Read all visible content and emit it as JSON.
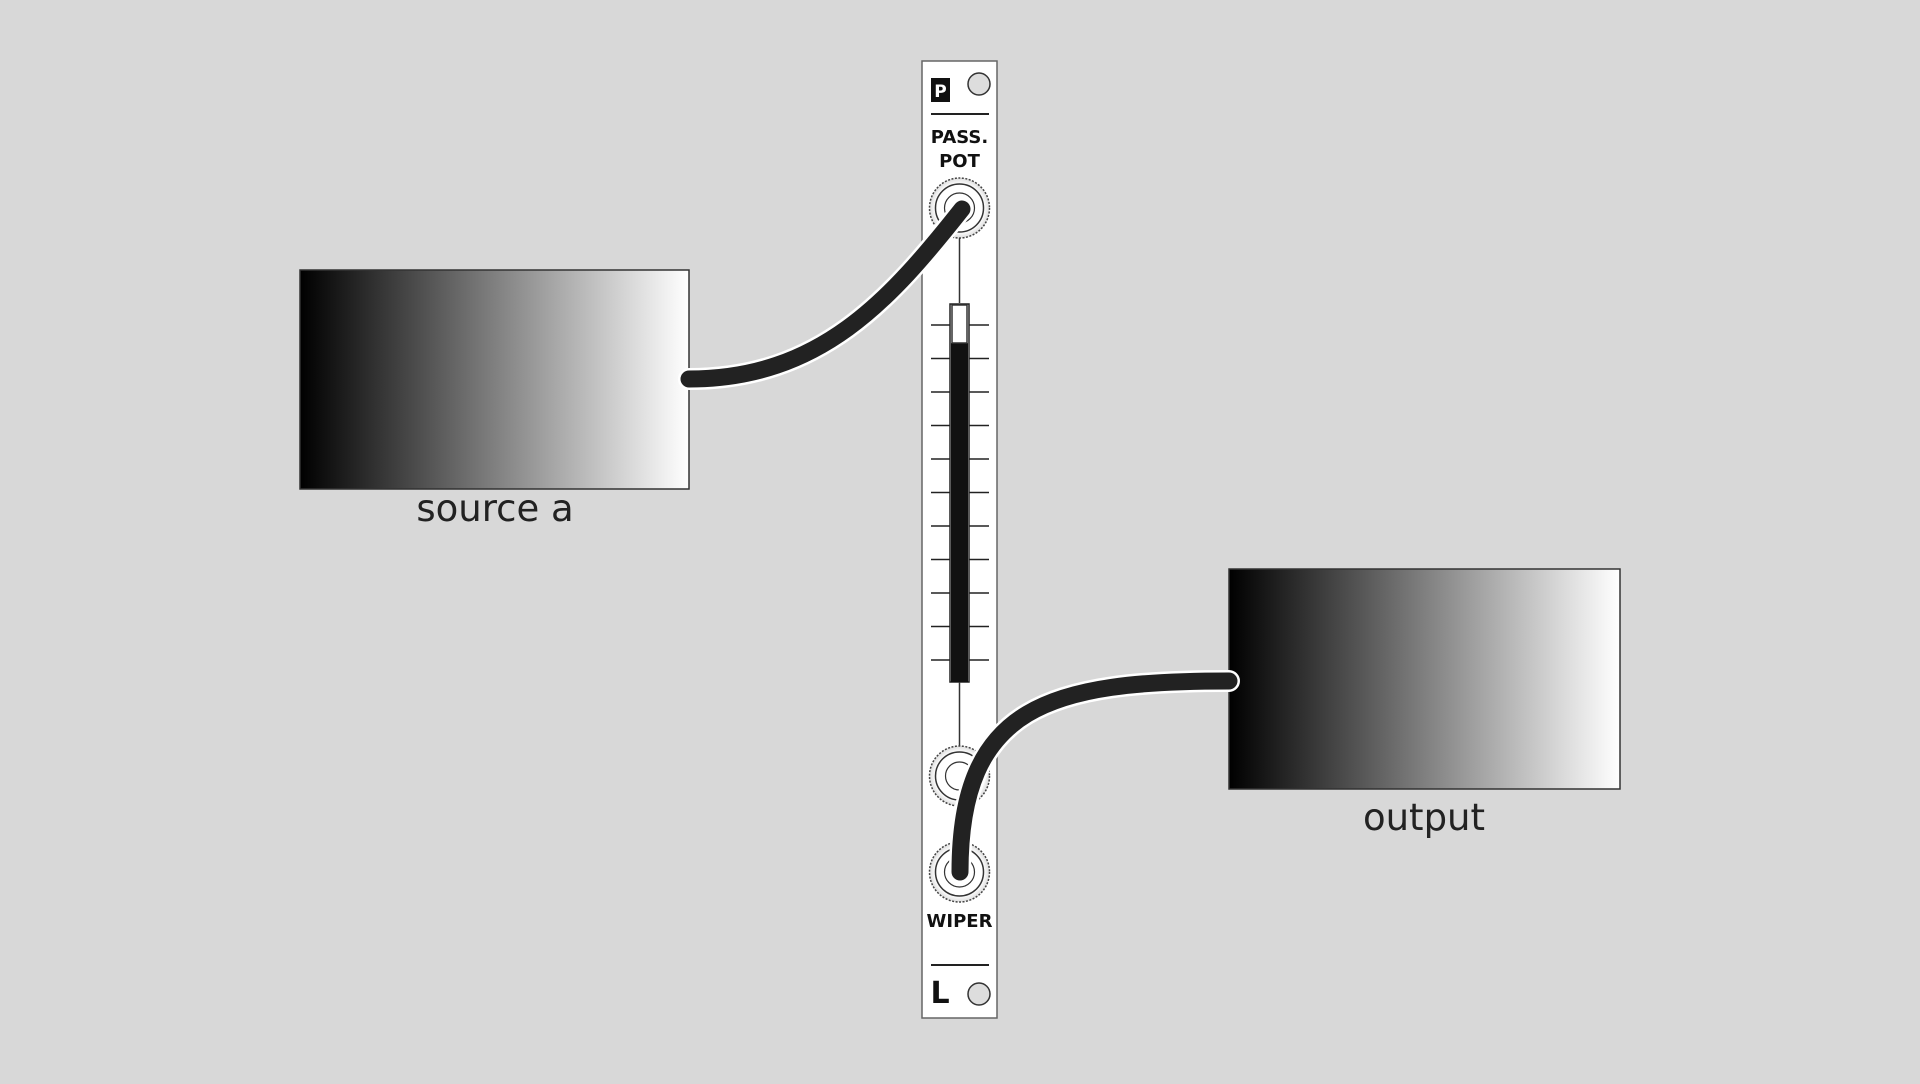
{
  "module": {
    "top_badge": "P",
    "title_line1": "PASS.",
    "title_line2": "POT",
    "bottom_label": "WIPER",
    "bottom_badge": "L",
    "fader_level": 0.9
  },
  "source": {
    "label": "source a"
  },
  "output": {
    "label": "output"
  },
  "colors": {
    "background": "#d8d8d8",
    "panel": "#ffffff",
    "ink": "#222222",
    "gradient_dark": "#000000",
    "gradient_light": "#ffffff"
  }
}
